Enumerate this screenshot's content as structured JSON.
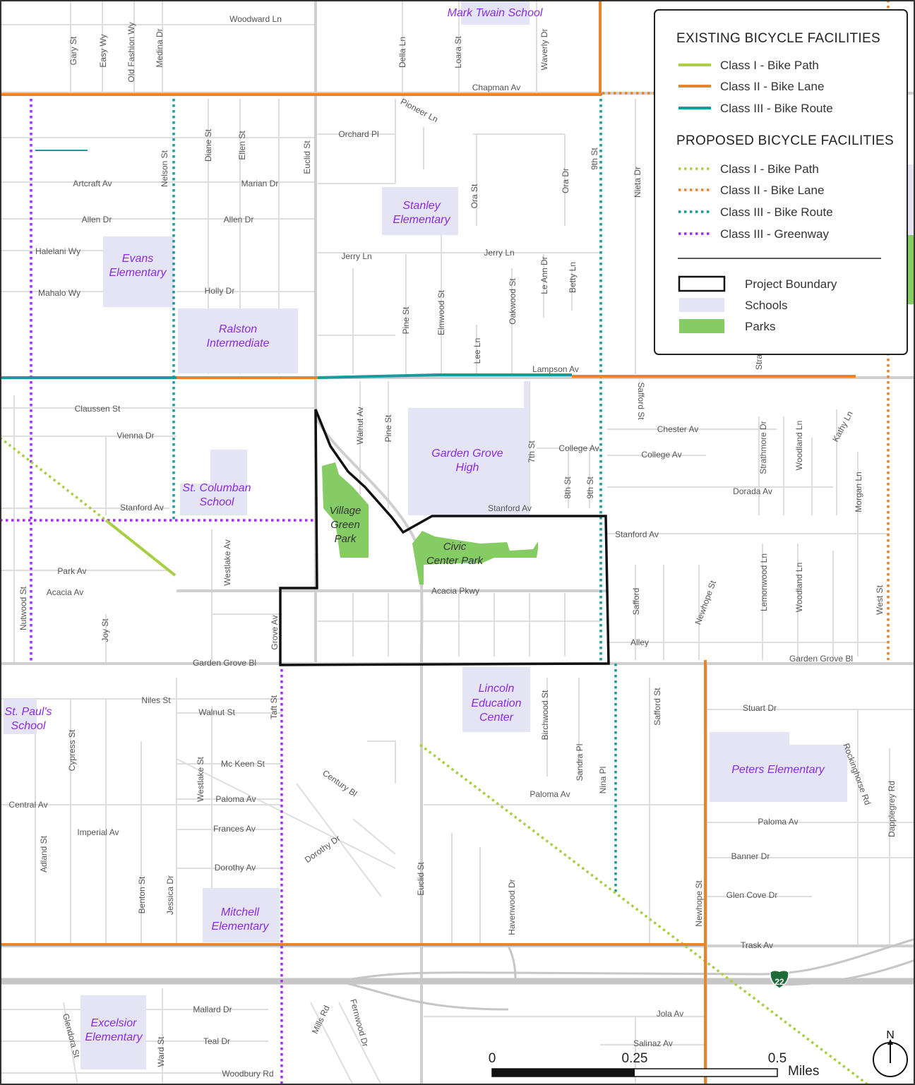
{
  "colors": {
    "class1": "#a8cf45",
    "class2": "#e8842a",
    "class3": "#1a9aa0",
    "greenway": "#a52af0",
    "school": "#e4e4f5",
    "park": "#86cc64",
    "road": "#dddddd",
    "major_road": "#cccccc",
    "boundary": "#111111",
    "school_text": "#8a2be2"
  },
  "legend": {
    "existing_title": "EXISTING BICYCLE FACILITIES",
    "existing_items": [
      "Class I - Bike Path",
      "Class II - Bike Lane",
      "Class III - Bike Route"
    ],
    "proposed_title": "PROPOSED BICYCLE FACILITIES",
    "proposed_items": [
      "Class I - Bike Path",
      "Class II - Bike Lane",
      "Class III - Bike Route",
      "Class III - Greenway"
    ],
    "project_boundary": "Project Boundary",
    "schools": "Schools",
    "parks": "Parks"
  },
  "scale": {
    "zero": "0",
    "quarter": "0.25",
    "half": "0.5",
    "unit": "Miles"
  },
  "north_label": "N",
  "highway_shield": "22",
  "schools": {
    "mark_twain": "Mark Twain School",
    "stanley": [
      "Stanley",
      "Elementary"
    ],
    "evans": [
      "Evans",
      "Elementary"
    ],
    "ralston": [
      "Ralston",
      "Intermediate"
    ],
    "garden_grove_high": [
      "Garden Grove",
      "High"
    ],
    "st_columban": [
      "St. Columban",
      "School"
    ],
    "st_pauls": [
      "St. Paul's",
      "School"
    ],
    "lincoln": [
      "Lincoln",
      "Education",
      "Center"
    ],
    "peters": "Peters Elementary",
    "mitchell": [
      "Mitchell",
      "Elementary"
    ],
    "excelsior": [
      "Excelsior",
      "Elementary"
    ]
  },
  "parks": {
    "village_green": [
      "Village",
      "Green",
      "Park"
    ],
    "civic_center": [
      "Civic",
      "Center Park"
    ]
  },
  "streets": {
    "woodward": "Woodward Ln",
    "gary": "Gary St",
    "easy": "Easy Wy",
    "old_fashion": "Old Fashion Wy",
    "medina": "Medina Dr",
    "della": "Della Ln",
    "loara": "Loara St",
    "waverly": "Waverly Dr",
    "chapman": "Chapman Av",
    "pioneer": "Pioneer Ln",
    "orchard": "Orchard Pl",
    "diane": "Diane St",
    "ellen": "Ellen St",
    "euclid_n": "Euclid St",
    "nelson": "Nelson St",
    "artcraft": "Artcraft Av",
    "marian": "Marian Dr",
    "allen_w": "Allen Dr",
    "allen_e": "Allen Dr",
    "halelani": "Halelani Wy",
    "mahalo": "Mahalo Wy",
    "holly": "Holly Dr",
    "jerry_w": "Jerry Ln",
    "jerry_e": "Jerry Ln",
    "ora_st": "Ora St",
    "ora_dr": "Ora Dr",
    "ninth_n": "9th St",
    "nieta": "Nieta Dr",
    "le_ann": "Le Ann Dr",
    "betty": "Betty Ln",
    "oakwood": "Oakwood St",
    "elmwood": "Elmwood St",
    "pine_n": "Pine St",
    "lee": "Lee Ln",
    "lampson": "Lampson Av",
    "strathmore_n": "Stra",
    "claussen": "Claussen St",
    "vienna": "Vienna Dr",
    "walnut_av": "Walnut Av",
    "pine_s": "Pine St",
    "seventh": "7th St",
    "college_av1": "College Av",
    "eighth": "8th St",
    "ninth_s": "9th St",
    "safford_n": "Safford St",
    "chester": "Chester Av",
    "college_av2": "College Av",
    "strathmore": "Strathmore Dr",
    "woodland_n": "Woodland Ln",
    "kathy": "Kathy Ln",
    "dorada": "Dorada Av",
    "morgan": "Morgan Ln",
    "stanford_w": "Stanford Av",
    "stanford_c": "Stanford Av",
    "stanford_e": "Stanford Av",
    "westlake_n": "Westlake Av",
    "park_av": "Park Av",
    "acacia_av": "Acacia Av",
    "acacia_pkwy": "Acacia Pkwy",
    "nutwood": "Nutwood St",
    "joy": "Joy St",
    "grove": "Grove Av",
    "safford_c": "Safford",
    "newhope_n": "Newhope St",
    "lemonwood": "Lemonwood Ln",
    "woodland_s": "Woodland Ln",
    "west_st": "West St",
    "alley": "Alley",
    "garden_grove_w": "Garden Grove Bl",
    "garden_grove_e": "Garden Grove Bl",
    "niles": "Niles St",
    "walnut_st": "Walnut St",
    "taft": "Taft St",
    "safford_s": "Safford St",
    "stuart": "Stuart Dr",
    "cypress": "Cypress St",
    "westlake_s": "Westlake St",
    "mckeen": "Mc Keen St",
    "century": "Century Bl",
    "birchwood": "Birchwood St",
    "sandra": "Sandra Pl",
    "nina": "Nina Pl",
    "rockinghorse": "Rockinghorse Rd",
    "dapplegrey": "Dapplegrey Rd",
    "central": "Central Av",
    "paloma_w": "Paloma Av",
    "paloma_c": "Paloma Av",
    "paloma_e": "Paloma Av",
    "imperial": "Imperial Av",
    "frances": "Frances Av",
    "adland": "Adland St",
    "dorothy_av": "Dorothy Av",
    "dorothy_dr": "Dorothy Dr",
    "banner": "Banner Dr",
    "benton": "Benton St",
    "jessica": "Jessica Dr",
    "euclid_s": "Euclid St",
    "havenwood": "Havenwood Dr",
    "glen_cove": "Glen Cove Dr",
    "newhope_s": "Newhope St",
    "trask": "Trask Av",
    "mallard": "Mallard Dr",
    "mills": "Mills Rd",
    "fernwood": "Fernwood Dr",
    "jola": "Jola Av",
    "glendora": "Glendora St",
    "ward": "Ward St",
    "teal": "Teal Dr",
    "salinaz": "Salinaz Av",
    "woodbury": "Woodbury Rd"
  }
}
